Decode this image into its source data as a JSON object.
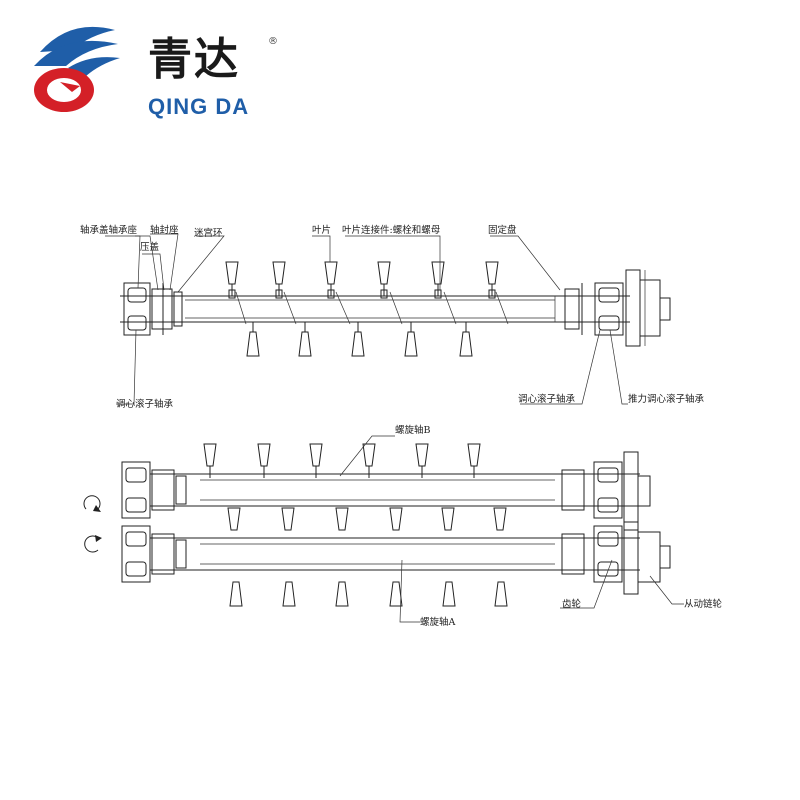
{
  "logo": {
    "brand_cn": "青达",
    "brand_en": "QING DA",
    "registered": "®",
    "colors": {
      "blue": "#1f5ea8",
      "red": "#d42027"
    }
  },
  "top_view": {
    "labels": {
      "bearing_cover_seat": "轴承盖轴承座",
      "shaft_seal_seat": "轴封座",
      "labyrinth_ring": "迷宫环",
      "press_cover": "压盖",
      "blade": "叶片",
      "blade_connector": "叶片连接件:螺栓和螺母",
      "fixed_disc": "固定盘",
      "self_aligning_bearing_left": "调心滚子轴承",
      "self_aligning_bearing_right": "调心滚子轴承",
      "thrust_bearing": "推力调心滚子轴承"
    }
  },
  "bottom_view": {
    "labels": {
      "screw_shaft_b": "螺旋轴B",
      "screw_shaft_a": "螺旋轴A",
      "gear": "齿轮",
      "driven_sprocket": "从动链轮"
    }
  },
  "icons": {
    "rotation_top": "rotate-cw-icon",
    "rotation_bottom": "rotate-ccw-icon"
  }
}
